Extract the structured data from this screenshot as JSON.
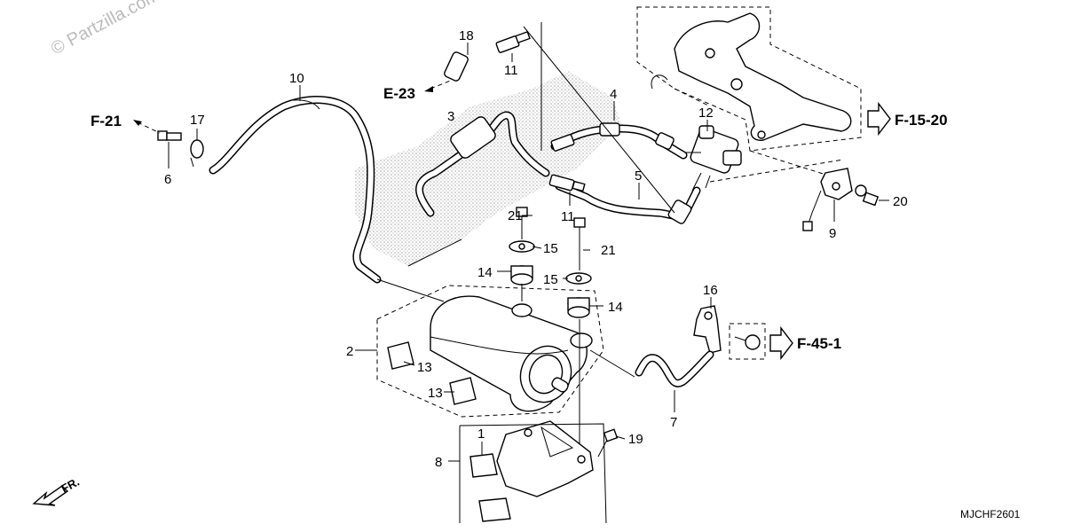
{
  "watermark": "© Partzilla.com",
  "diagram_code": "MJCHF2601",
  "front_label": "FR.",
  "callouts": [
    {
      "id": "c1",
      "text": "1"
    },
    {
      "id": "c2",
      "text": "2"
    },
    {
      "id": "c3",
      "text": "3"
    },
    {
      "id": "c4",
      "text": "4"
    },
    {
      "id": "c5",
      "text": "5"
    },
    {
      "id": "c6",
      "text": "6"
    },
    {
      "id": "c7",
      "text": "7"
    },
    {
      "id": "c8",
      "text": "8"
    },
    {
      "id": "c9",
      "text": "9"
    },
    {
      "id": "c10",
      "text": "10"
    },
    {
      "id": "c11a",
      "text": "11"
    },
    {
      "id": "c11b",
      "text": "11"
    },
    {
      "id": "c12",
      "text": "12"
    },
    {
      "id": "c13a",
      "text": "13"
    },
    {
      "id": "c13b",
      "text": "13"
    },
    {
      "id": "c14a",
      "text": "14"
    },
    {
      "id": "c14b",
      "text": "14"
    },
    {
      "id": "c15a",
      "text": "15"
    },
    {
      "id": "c15b",
      "text": "15"
    },
    {
      "id": "c16",
      "text": "16"
    },
    {
      "id": "c17",
      "text": "17"
    },
    {
      "id": "c18",
      "text": "18"
    },
    {
      "id": "c19",
      "text": "19"
    },
    {
      "id": "c20",
      "text": "20"
    },
    {
      "id": "c21a",
      "text": "21"
    },
    {
      "id": "c21b",
      "text": "21"
    }
  ],
  "references": [
    {
      "id": "f21",
      "text": "F-21"
    },
    {
      "id": "e23",
      "text": "E-23"
    },
    {
      "id": "f1520",
      "text": "F-15-20"
    },
    {
      "id": "f451",
      "text": "F-45-1"
    }
  ]
}
